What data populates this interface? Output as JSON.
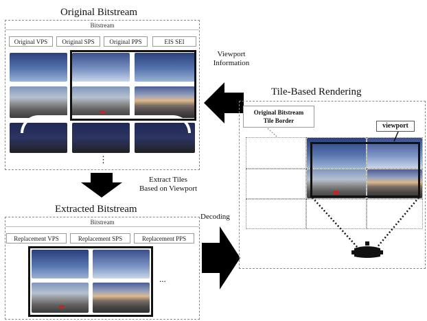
{
  "original_bitstream": {
    "title": "Original Bitstream",
    "header": "Bitstream",
    "params": [
      "Original VPS",
      "Original SPS",
      "Original PPS",
      "EIS SEI"
    ],
    "ellipsis": "⋮"
  },
  "viewport_information": {
    "text": "Viewport\nInformation"
  },
  "extract_tiles": {
    "text": "Extract Tiles\nBased on Viewport"
  },
  "extracted_bitstream": {
    "title": "Extracted Bitstream",
    "header": "Bitstream",
    "params": [
      "Replacement VPS",
      "Replacement SPS",
      "Replacement PPS"
    ],
    "ellipsis": "..."
  },
  "decoding": {
    "text": "Decoding"
  },
  "rendering": {
    "title": "Tile-Based Rendering",
    "tile_border_label": "Original Bitstream\nTile Border",
    "viewport_label": "viewport"
  }
}
